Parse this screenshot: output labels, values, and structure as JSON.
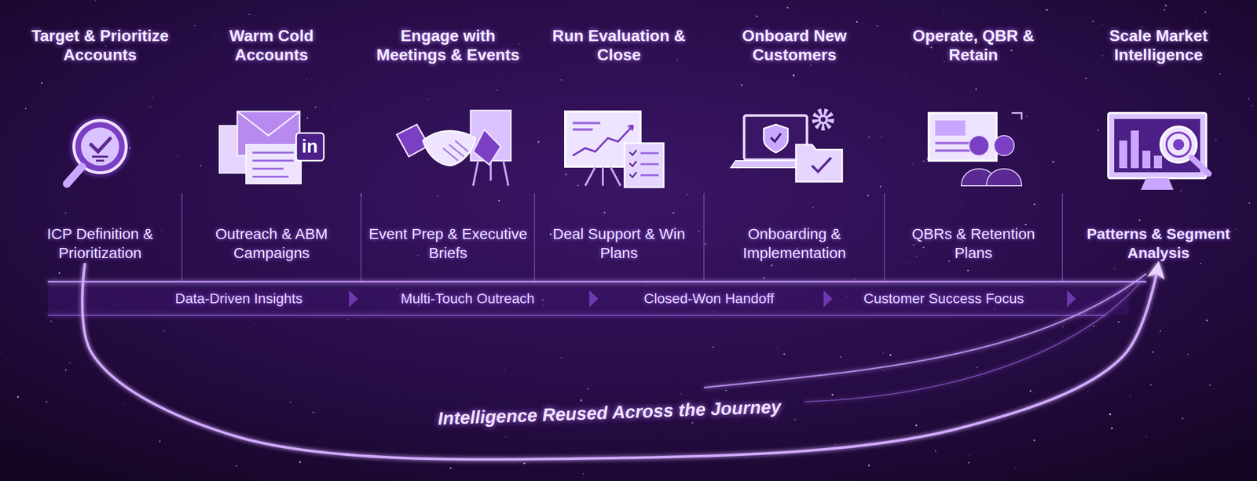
{
  "diagram": {
    "nodes": [
      {
        "text": [
          "Target & Prioritize Accounts",
          "ICP Definition & Prioritization"
        ]
      },
      {
        "text": [
          "Warm Cold Accounts",
          "Outreach & ABM Campaigns"
        ]
      },
      {
        "text": [
          "Engage with Meetings & Events",
          "Event Prep & Executive Briefs"
        ]
      },
      {
        "text": [
          "Run Evaluation & Close",
          "Deal Support & Win Plans"
        ]
      },
      {
        "text": [
          "Onboard New Customers",
          "Onboarding & Implementation"
        ]
      },
      {
        "text": [
          "Operate, QBR & Retain",
          "QBRs & Retention Plans"
        ]
      },
      {
        "text": [
          "Scale Market Intelligence",
          "Patterns & Segment Analysis"
        ]
      }
    ],
    "edges": [
      {
        "from": 0,
        "to": 1,
        "arrow": "to"
      },
      {
        "from": 1,
        "to": 2,
        "arrow": "to"
      },
      {
        "from": 2,
        "to": 3,
        "arrow": "to"
      },
      {
        "from": 3,
        "to": 4,
        "arrow": "to"
      },
      {
        "from": 4,
        "to": 5,
        "arrow": "to"
      },
      {
        "from": 5,
        "to": 6,
        "arrow": "to"
      },
      {
        "from": 0,
        "to": 6,
        "label": "Intelligence Reused Across the Journey",
        "arrow": "to"
      }
    ],
    "labels": [
      "Data-Driven Insights",
      "Multi-Touch Outreach",
      "Closed-Won Handoff",
      "Customer Success Focus",
      "in"
    ]
  }
}
